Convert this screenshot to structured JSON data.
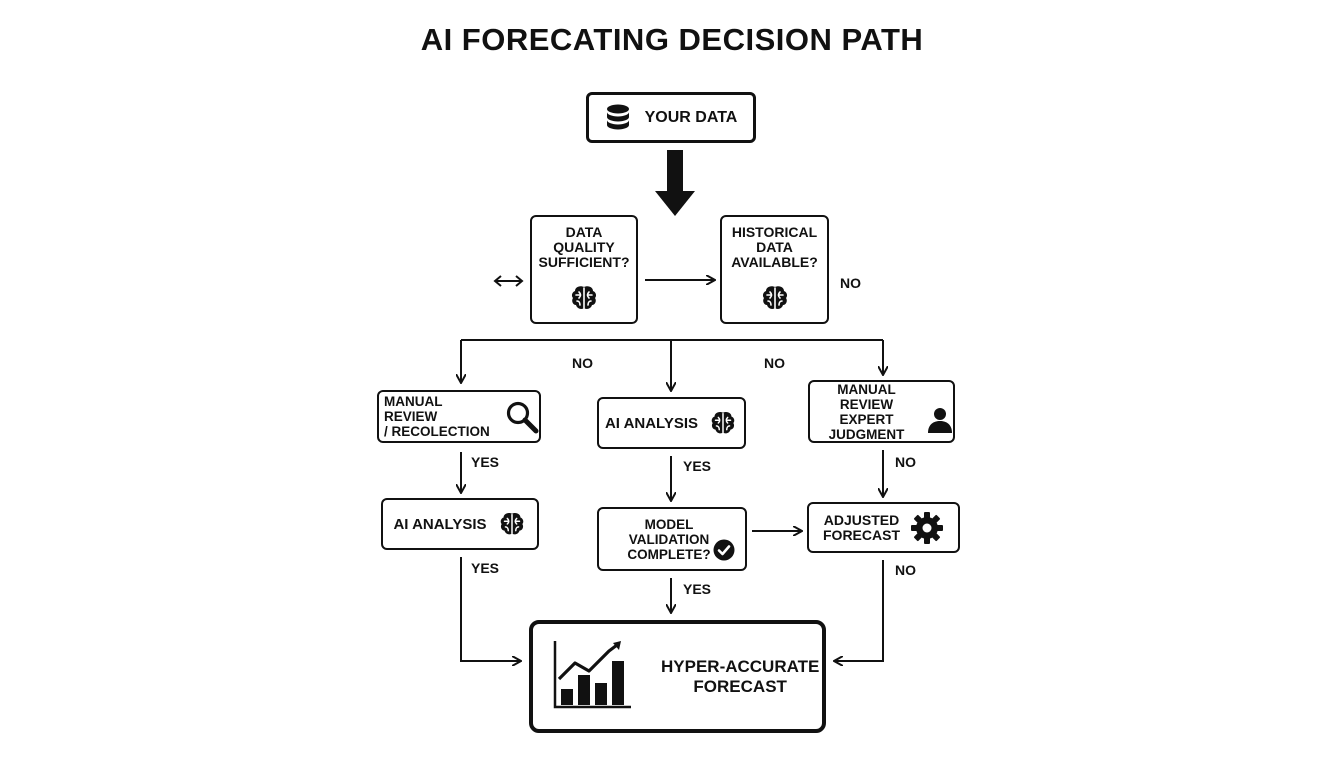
{
  "title": "AI FORECATING DECISION PATH",
  "nodes": {
    "your_data": "YOUR DATA",
    "data_quality": [
      "DATA",
      "QUALITY",
      "SUFFICIENT?"
    ],
    "historical_data": [
      "HISTORICAL",
      "DATA",
      "AVAILABLE?"
    ],
    "manual_review_recollection": [
      "MANUAL REVIEW",
      "/ RECOLECTION"
    ],
    "ai_analysis_center": "AI ANALYSIS",
    "manual_review_expert": [
      "MANUAL REVIEW",
      "EXPERT",
      "JUDGMENT"
    ],
    "ai_analysis_left": "AI ANALYSIS",
    "model_validation": [
      "MODEL",
      "VALIDATION",
      "COMPLETE?"
    ],
    "adjusted_forecast": [
      "ADJUSTED",
      "FORECAST"
    ],
    "hyper_forecast": [
      "HYPER-ACCURATE",
      "FORECAST"
    ]
  },
  "labels": {
    "no_hist": "NO",
    "no_branch_left": "NO",
    "no_branch_right": "NO",
    "yes_left_1": "YES",
    "yes_center_1": "YES",
    "no_right_1": "NO",
    "yes_left_2": "YES",
    "yes_center_2": "YES",
    "no_right_2": "NO"
  },
  "icons": {
    "your_data": "database-icon",
    "data_quality": "brain-icon",
    "historical_data": "brain-icon",
    "manual_review_recollection": "magnifier-icon",
    "ai_analysis_center": "brain-icon",
    "manual_review_expert": "person-icon",
    "ai_analysis_left": "brain-icon",
    "model_validation": "check-circle-icon",
    "adjusted_forecast": "gear-icon",
    "hyper_forecast": "chart-icon"
  }
}
